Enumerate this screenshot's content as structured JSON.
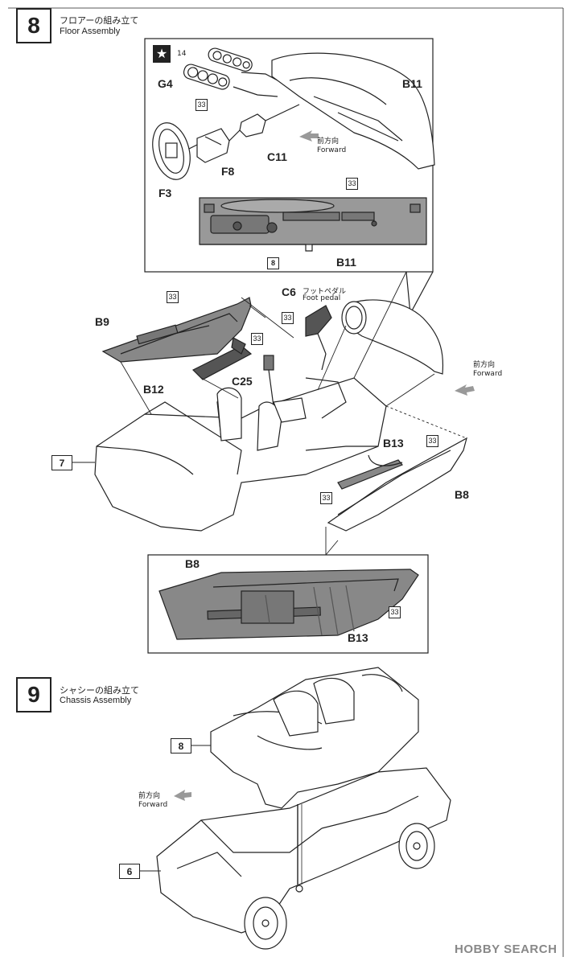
{
  "step8": {
    "number": "8",
    "title_jp": "フロアーの組み立て",
    "title_en": "Floor Assembly",
    "parts": {
      "part14": "14",
      "g4": "G4",
      "b11_top": "B11",
      "c11": "C11",
      "f8": "F8",
      "f3": "F3",
      "b11_bottom": "B11",
      "ref8": "8",
      "b9": "B9",
      "b12": "B12",
      "c25": "C25",
      "c6": "C6",
      "foot_pedal_jp": "フットペダル",
      "foot_pedal_en": "Foot pedal",
      "b13_main": "B13",
      "b8_main": "B8",
      "ref7": "7",
      "b8_detail": "B8",
      "b13_detail": "B13"
    },
    "paint_code": "33",
    "forward_jp": "前方向",
    "forward_en": "Forward",
    "star": "★"
  },
  "step9": {
    "number": "9",
    "title_jp": "シャシーの組み立て",
    "title_en": "Chassis Assembly",
    "ref8": "8",
    "ref6": "6",
    "forward_jp": "前方向",
    "forward_en": "Forward"
  },
  "watermark": "HOBBY SEARCH"
}
